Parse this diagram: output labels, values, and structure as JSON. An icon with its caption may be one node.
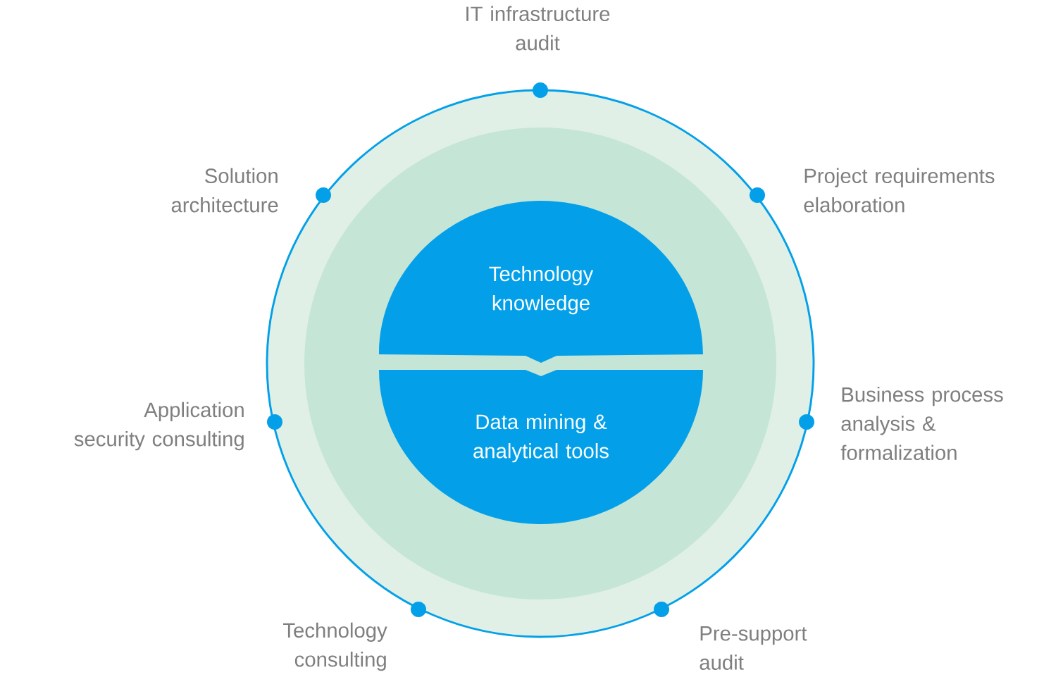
{
  "diagram": {
    "nodes": [
      {
        "text": [],
        "shape": "circle"
      },
      {
        "text": [],
        "shape": "circle",
        "in": 0
      },
      {
        "text": [
          "Technology knowledge"
        ],
        "in": 1
      },
      {
        "text": [
          "Data mining & analytical tools"
        ],
        "in": 1
      }
    ],
    "labels": [
      "IT infrastructure audit",
      "Project requirements elaboration",
      "Business process analysis & formalization",
      "Pre-support audit",
      "Technology consulting",
      "Application security consulting",
      "Solution architecture"
    ]
  }
}
